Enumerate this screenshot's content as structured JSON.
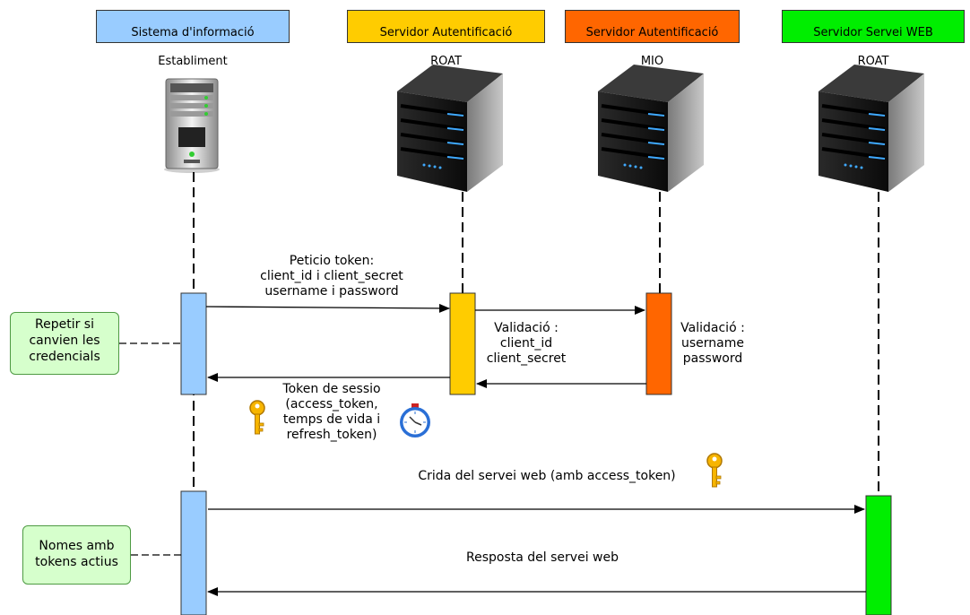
{
  "participants": [
    {
      "id": "establiment",
      "line1": "Sistema d'informació",
      "line2": "Establiment",
      "color": "#99ccff"
    },
    {
      "id": "roat-auth",
      "line1": "Servidor Autentificació",
      "line2": "ROAT",
      "color": "#ffcc00"
    },
    {
      "id": "mio-auth",
      "line1": "Servidor Autentificació",
      "line2": "MIO",
      "color": "#ff6600"
    },
    {
      "id": "roat-ws",
      "line1": "Servidor Servei WEB",
      "line2": "ROAT",
      "color": "#00ee00"
    }
  ],
  "messages": {
    "token_request": "Peticio token:\nclient_id i client_secret\nusername i password",
    "validation_roat": "Validació :\nclient_id\nclient_secret",
    "validation_mio": "Validació :\nusername\npassword",
    "token_response": "Token de sessio\n(access_token,\ntemps de vida i\nrefresh_token)",
    "ws_call": "Crida del servei web (amb access_token)",
    "ws_response": "Resposta del servei web"
  },
  "notes": {
    "repeat": "Repetir si\ncanvien les\ncredencials",
    "active": "Nomes amb\ntokens actius"
  },
  "icons": [
    "server-tower-icon",
    "server-icon",
    "key-icon",
    "stopwatch-icon"
  ]
}
